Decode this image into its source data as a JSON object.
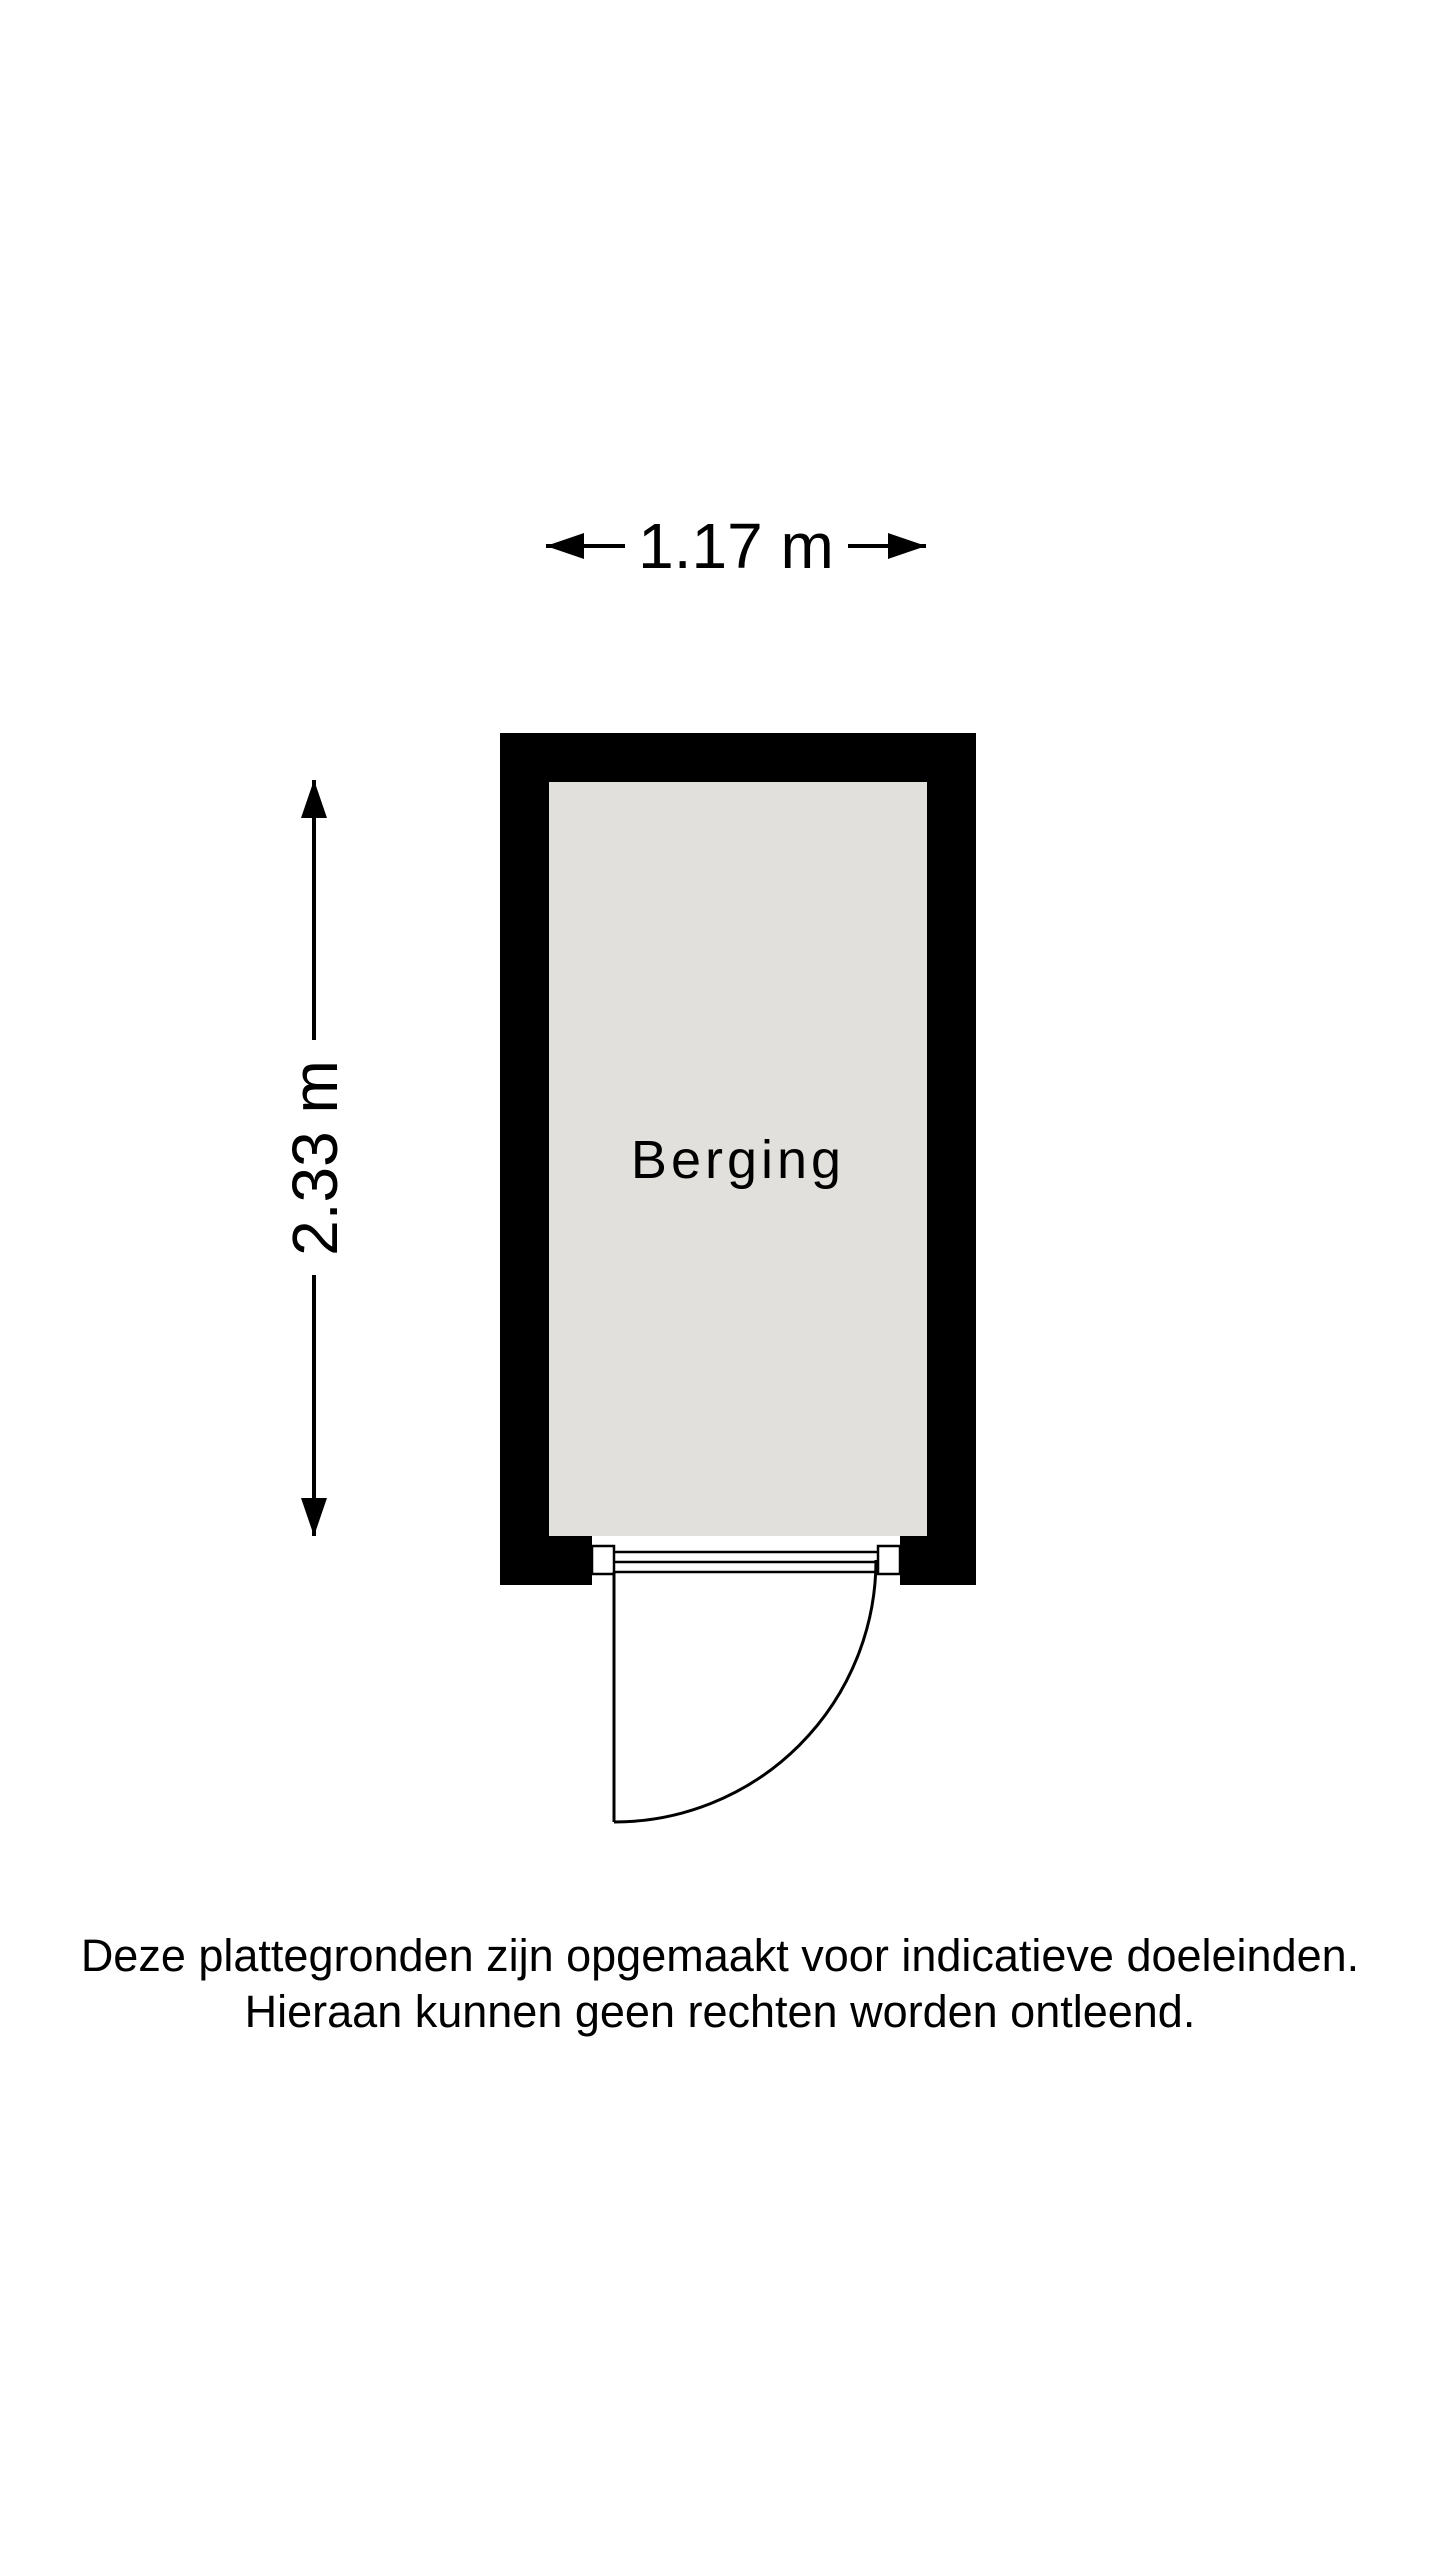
{
  "width_dimension": "1.17 m",
  "height_dimension": "2.33 m",
  "room": {
    "name": "Berging"
  },
  "disclaimer": {
    "line1": "Deze plattegronden zijn opgemaakt voor indicatieve doeleinden.",
    "line2": "Hieraan kunnen geen rechten worden ontleend."
  },
  "colors": {
    "wall": "#000000",
    "floor": "#e1e0dc",
    "background": "#ffffff"
  }
}
